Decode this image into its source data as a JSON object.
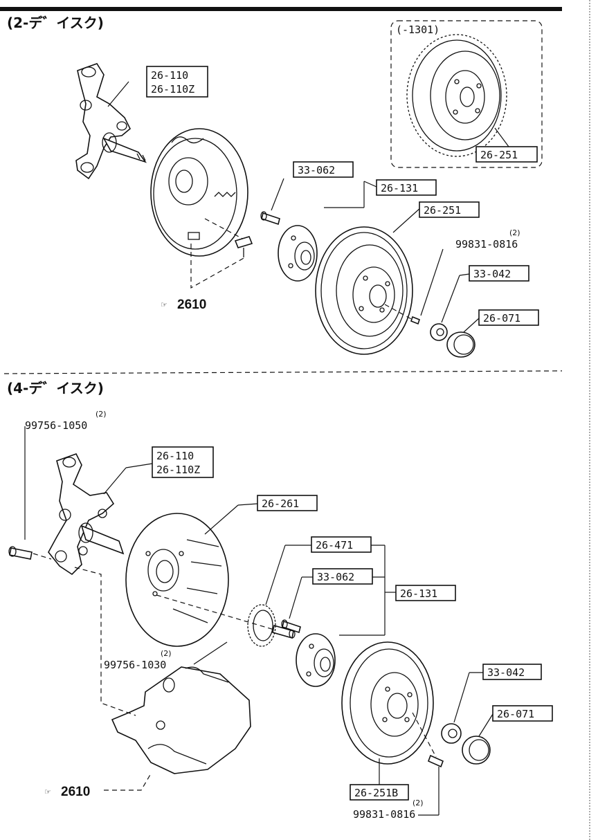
{
  "sections": {
    "top_title": "(2-デ゛イスク)",
    "bottom_title": "(4-デ゛イスク)"
  },
  "inset_label": "(-1301)",
  "top": {
    "knuckle": [
      "26-110",
      "26-110Z"
    ],
    "hub_bolt": "33-062",
    "hub": "26-131",
    "disc": "26-251",
    "inset_disc": "26-251",
    "screw_qty": "(2)",
    "screw": "99831-0816",
    "nut": "33-042",
    "cap": "26-071",
    "ref": "2610"
  },
  "bottom": {
    "bolt_qty": "(2)",
    "bolt": "99756-1050",
    "knuckle": [
      "26-110",
      "26-110Z"
    ],
    "dust_cover": "26-261",
    "sensor_rotor": "26-471",
    "hub_bolt": "33-062",
    "hub": "26-131",
    "bolt2_qty": "(2)",
    "bolt2": "99756-1030",
    "nut": "33-042",
    "cap": "26-071",
    "disc": "26-251B",
    "screw_qty": "(2)",
    "screw": "99831-0816",
    "ref": "2610"
  }
}
